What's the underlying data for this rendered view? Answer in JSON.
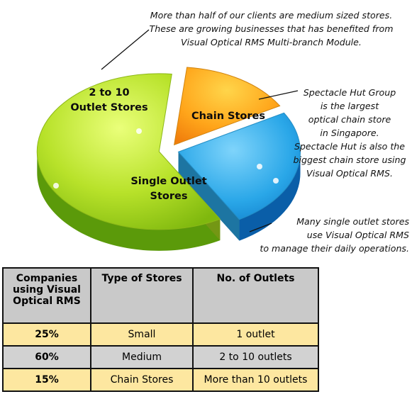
{
  "chart_data": {
    "type": "pie",
    "style": "3d-exploded",
    "slices": [
      {
        "label": "Single Outlet Stores",
        "value": 25,
        "color": "#2aa7e8"
      },
      {
        "label": "2 to 10 Outlet Stores",
        "value": 60,
        "color": "#a6d81c"
      },
      {
        "label": "Chain Stores",
        "value": 15,
        "color": "#f59a12"
      }
    ]
  },
  "slice_labels": {
    "medium": [
      "2 to 10",
      "Outlet Stores"
    ],
    "chain": [
      "Chain Stores"
    ],
    "single": [
      "Single Outlet",
      "Stores"
    ]
  },
  "callouts": {
    "medium": [
      "More than half of our clients are medium sized stores.",
      "These are growing businesses that has benefited from",
      "Visual Optical RMS Multi-branch Module."
    ],
    "chain": [
      "Spectacle Hut Group",
      "is the largest",
      "optical chain store",
      "in Singapore.",
      "Spectacle Hut is also the",
      "biggest chain store using",
      "Visual Optical RMS."
    ],
    "single": [
      "Many single outlet stores",
      "use Visual Optical RMS",
      "to manage their daily operations."
    ]
  },
  "table": {
    "headers": [
      [
        "Companies",
        "using Visual",
        "Optical RMS"
      ],
      [
        "Type of Stores"
      ],
      [
        "No. of Outlets"
      ]
    ],
    "rows": [
      {
        "percent": "25%",
        "type": "Small",
        "outlets": "1 outlet"
      },
      {
        "percent": "60%",
        "type": "Medium",
        "outlets": "2 to 10 outlets"
      },
      {
        "percent": "15%",
        "type": "Chain Stores",
        "outlets": "More than 10 outlets"
      }
    ]
  }
}
